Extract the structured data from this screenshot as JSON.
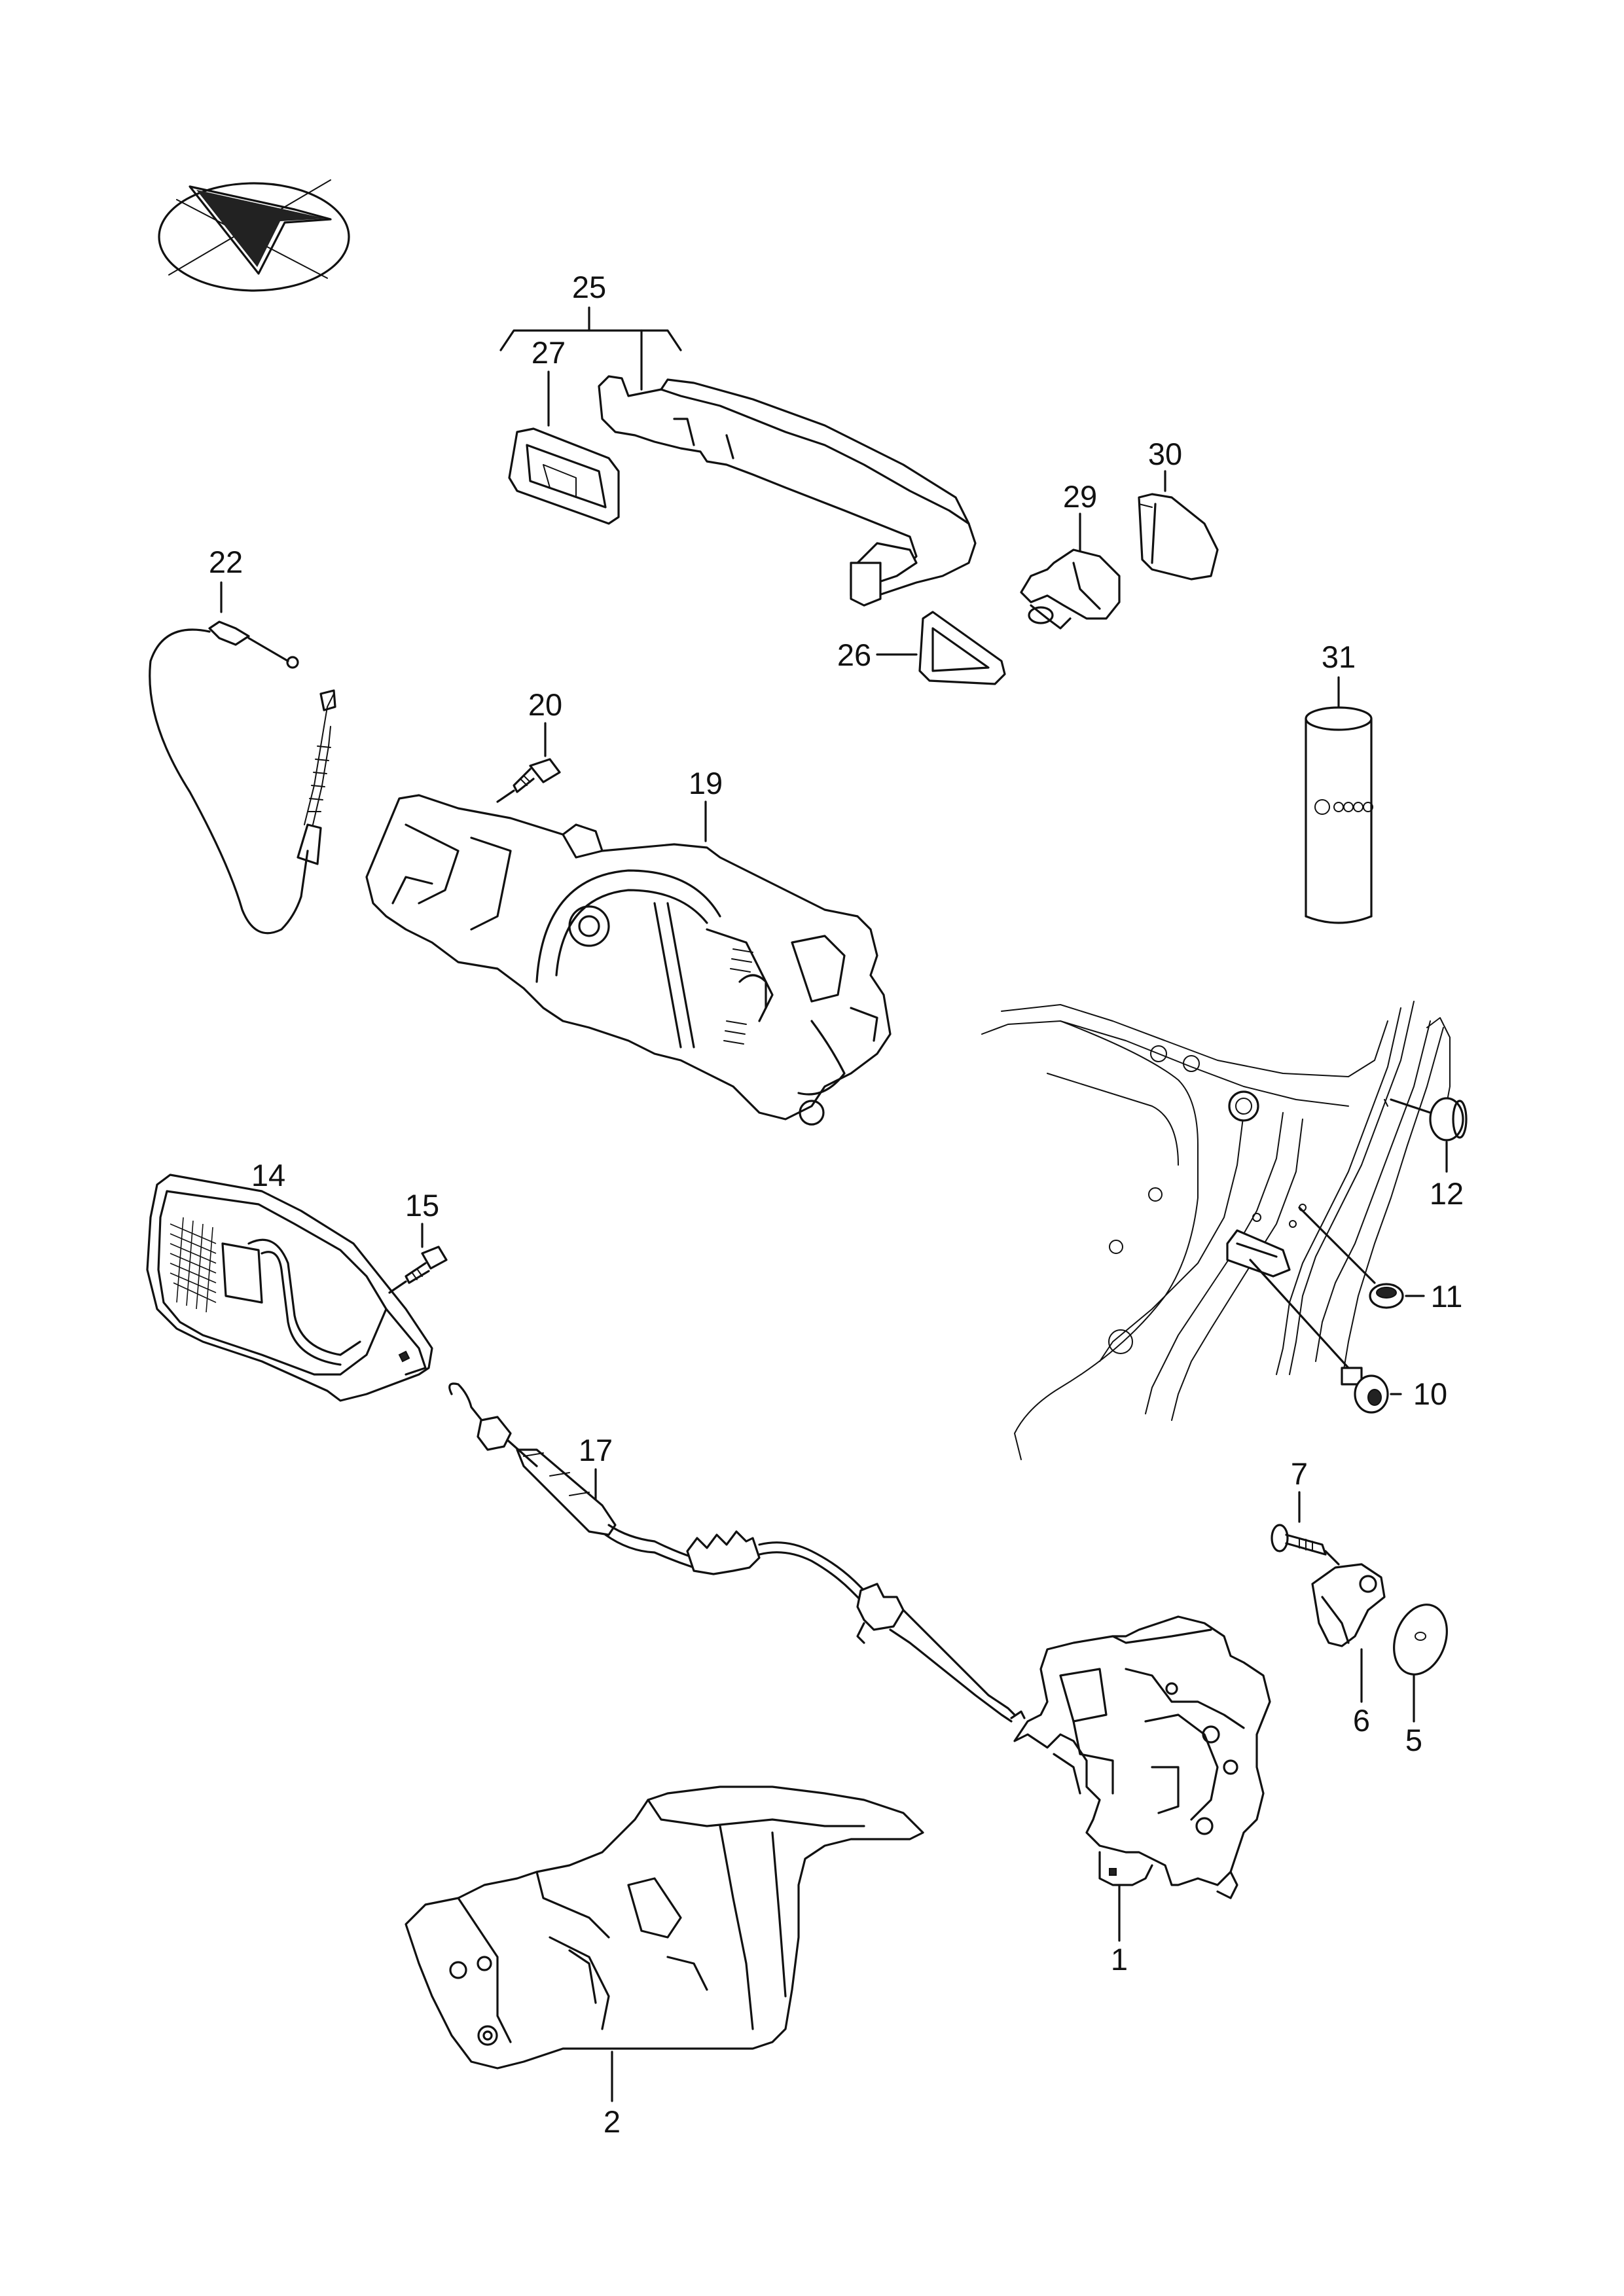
{
  "parts": [
    {
      "id": "p1",
      "number": "1"
    },
    {
      "id": "p2",
      "number": "2"
    },
    {
      "id": "p5",
      "number": "5"
    },
    {
      "id": "p6",
      "number": "6"
    },
    {
      "id": "p7",
      "number": "7"
    },
    {
      "id": "p10",
      "number": "10"
    },
    {
      "id": "p11",
      "number": "11"
    },
    {
      "id": "p12",
      "number": "12"
    },
    {
      "id": "p14",
      "number": "14"
    },
    {
      "id": "p15",
      "number": "15"
    },
    {
      "id": "p17",
      "number": "17"
    },
    {
      "id": "p19",
      "number": "19"
    },
    {
      "id": "p20",
      "number": "20"
    },
    {
      "id": "p22",
      "number": "22"
    },
    {
      "id": "p25",
      "number": "25"
    },
    {
      "id": "p26",
      "number": "26"
    },
    {
      "id": "p27",
      "number": "27"
    },
    {
      "id": "p29",
      "number": "29"
    },
    {
      "id": "p30",
      "number": "30"
    },
    {
      "id": "p31",
      "number": "31"
    }
  ],
  "icons": {
    "orientation": "orientation-check-icon",
    "can_logos": "brand-logos-icon"
  }
}
